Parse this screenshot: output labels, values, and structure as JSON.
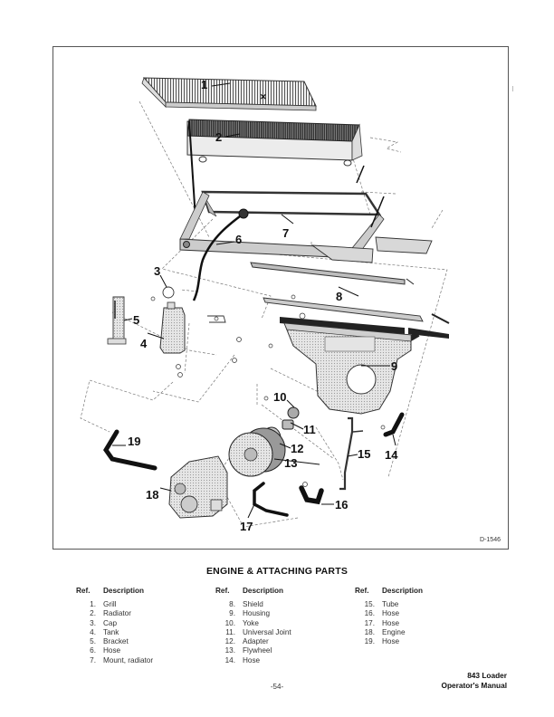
{
  "figure": {
    "id": "D-1546",
    "callouts": [
      "1",
      "2",
      "3",
      "4",
      "5",
      "6",
      "7",
      "8",
      "9",
      "10",
      "11",
      "12",
      "13",
      "14",
      "15",
      "16",
      "17",
      "18",
      "19"
    ]
  },
  "parts_table": {
    "title": "ENGINE & ATTACHING PARTS",
    "header": {
      "ref": "Ref.",
      "description": "Description"
    },
    "columns": [
      [
        {
          "ref": "1.",
          "description": "Grill"
        },
        {
          "ref": "2.",
          "description": "Radiator"
        },
        {
          "ref": "3.",
          "description": "Cap"
        },
        {
          "ref": "4.",
          "description": "Tank"
        },
        {
          "ref": "5.",
          "description": "Bracket"
        },
        {
          "ref": "6.",
          "description": "Hose"
        },
        {
          "ref": "7.",
          "description": "Mount, radiator"
        }
      ],
      [
        {
          "ref": "8.",
          "description": "Shield"
        },
        {
          "ref": "9.",
          "description": "Housing"
        },
        {
          "ref": "10.",
          "description": "Yoke"
        },
        {
          "ref": "11.",
          "description": "Universal Joint"
        },
        {
          "ref": "12.",
          "description": "Adapter"
        },
        {
          "ref": "13.",
          "description": "Flywheel"
        },
        {
          "ref": "14.",
          "description": "Hose"
        }
      ],
      [
        {
          "ref": "15.",
          "description": "Tube"
        },
        {
          "ref": "16.",
          "description": "Hose"
        },
        {
          "ref": "17.",
          "description": "Hose"
        },
        {
          "ref": "18.",
          "description": "Engine"
        },
        {
          "ref": "19.",
          "description": "Hose"
        }
      ]
    ]
  },
  "footer": {
    "page_number": "-54-",
    "manual_line1": "843 Loader",
    "manual_line2": "Operator's Manual"
  }
}
